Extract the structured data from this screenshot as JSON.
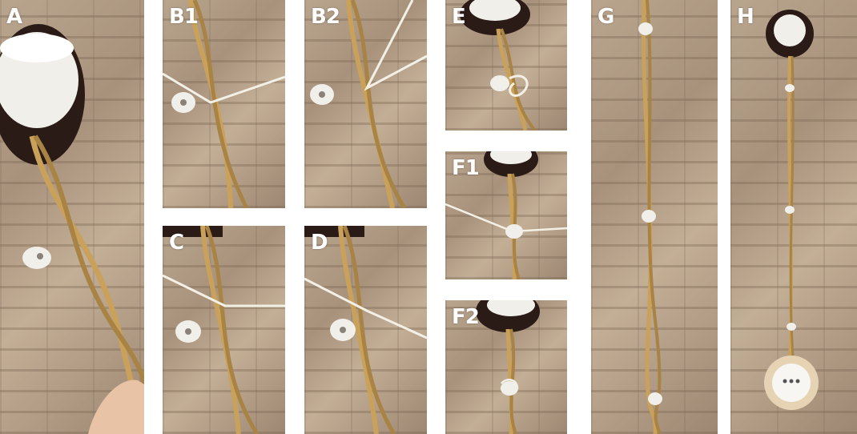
{
  "panels": [
    {
      "id": "A",
      "label": "A"
    },
    {
      "id": "B1",
      "label": "B1"
    },
    {
      "id": "B2",
      "label": "B2"
    },
    {
      "id": "C",
      "label": "C"
    },
    {
      "id": "D",
      "label": "D"
    },
    {
      "id": "E",
      "label": "E"
    },
    {
      "id": "F1",
      "label": "F1"
    },
    {
      "id": "F2",
      "label": "F2"
    },
    {
      "id": "G",
      "label": "G"
    },
    {
      "id": "H",
      "label": "H"
    }
  ],
  "colors": {
    "wire": "#c9a15a",
    "wire_dark": "#8d6a2e",
    "porcelain": "#f1efea",
    "base_dark": "#2b1b16",
    "string": "#f3f0e6",
    "brick": "#b09a83"
  }
}
